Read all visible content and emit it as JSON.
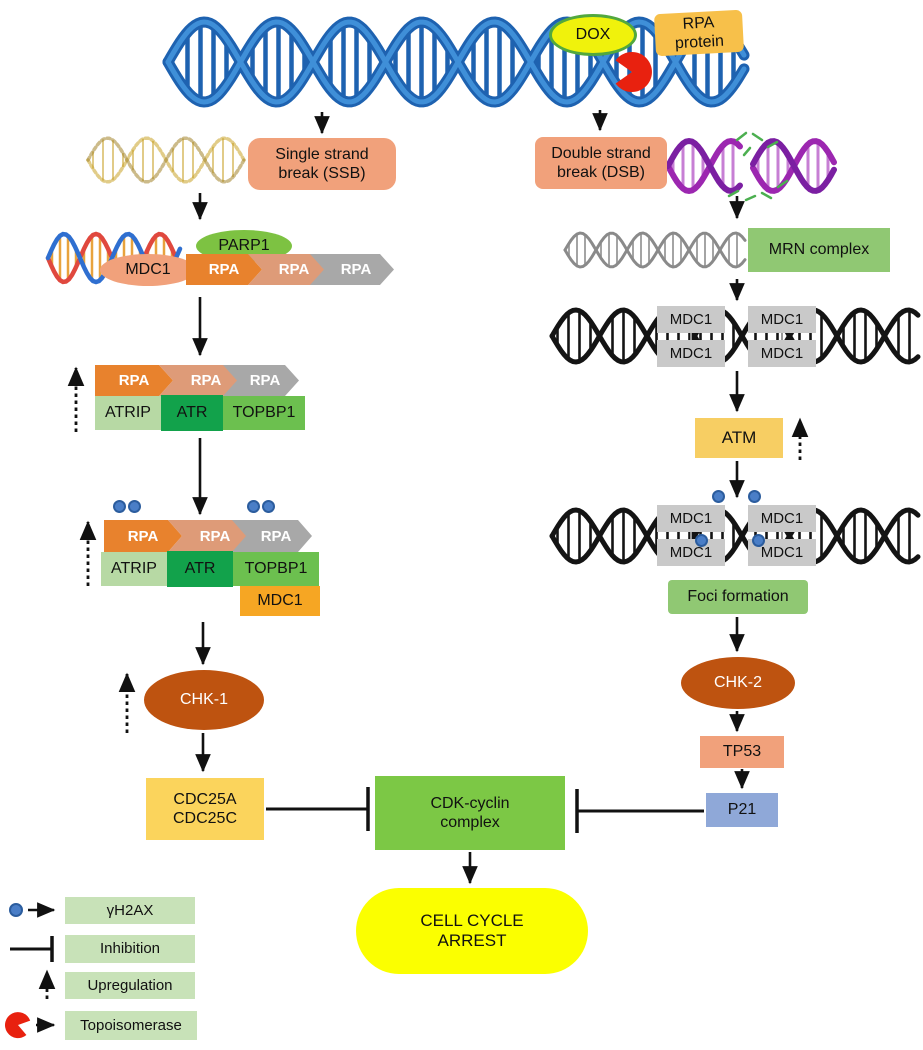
{
  "colors": {
    "salmon": "#F1A17B",
    "yellow_box": "#FBD45C",
    "atm_yellow": "#F7CE63",
    "green_mid": "#90C873",
    "green_bright": "#7CC845",
    "green_parp": "#7DC242",
    "atrip_green": "#B7D9A4",
    "atr_green": "#12A24B",
    "topbp1_green": "#6CC04F",
    "rust": "#BE5310",
    "gray_box": "#C9C9C9",
    "mdc1_orange": "#F6A623",
    "p21_blue": "#8FA8D8",
    "legend_green": "#C8E2B8",
    "arrest_yellow": "#FBFF00",
    "dox_yellow": "#F0F20C",
    "dox_border": "#52A83E",
    "rpa_protein_box": "#F7C04A",
    "rpa_orange": "#E8822D",
    "rpa_tan": "#DE9B78",
    "rpa_gray": "#A8A8A8",
    "dot_blue": "#4A7EC7",
    "dna_blue_dark": "#1E62B0",
    "dna_blue_light": "#3F8FD8",
    "dna_gold": "#C9A227",
    "dna_purple": "#9C27B0",
    "dna_purple2": "#7B1FA2",
    "debris_green": "#4CAF50",
    "dna_gray": "#8A8A8A",
    "dna_black": "#141414",
    "dna_red": "#E0483E",
    "dna_blue2": "#2F6FD0",
    "pacman_red": "#E8210F"
  },
  "top": {
    "dox": "DOX",
    "rpa_protein": "RPA protein"
  },
  "left": {
    "ssb": "Single strand break (SSB)",
    "parp1": "PARP1",
    "mdc1": "MDC1",
    "rpa": "RPA",
    "atrip": "ATRIP",
    "atr": "ATR",
    "topbp1": "TOPBP1",
    "chk1": "CHK-1",
    "cdc25a": "CDC25A",
    "cdc25c": "CDC25C"
  },
  "right": {
    "dsb": "Double strand break (DSB)",
    "mrn": "MRN complex",
    "mdc1": "MDC1",
    "atm": "ATM",
    "foci": "Foci formation",
    "chk2": "CHK-2",
    "tp53": "TP53",
    "p21": "P21"
  },
  "center": {
    "cdk": "CDK-cyclin complex",
    "arrest": "CELL CYCLE ARREST"
  },
  "legend": [
    {
      "label": "γH2AX",
      "symbol": "dot-arrow"
    },
    {
      "label": "Inhibition",
      "symbol": "t-bar"
    },
    {
      "label": "Upregulation",
      "symbol": "dashed-arrow"
    },
    {
      "label": "Topoisomerase",
      "symbol": "pacman-arrow"
    }
  ]
}
